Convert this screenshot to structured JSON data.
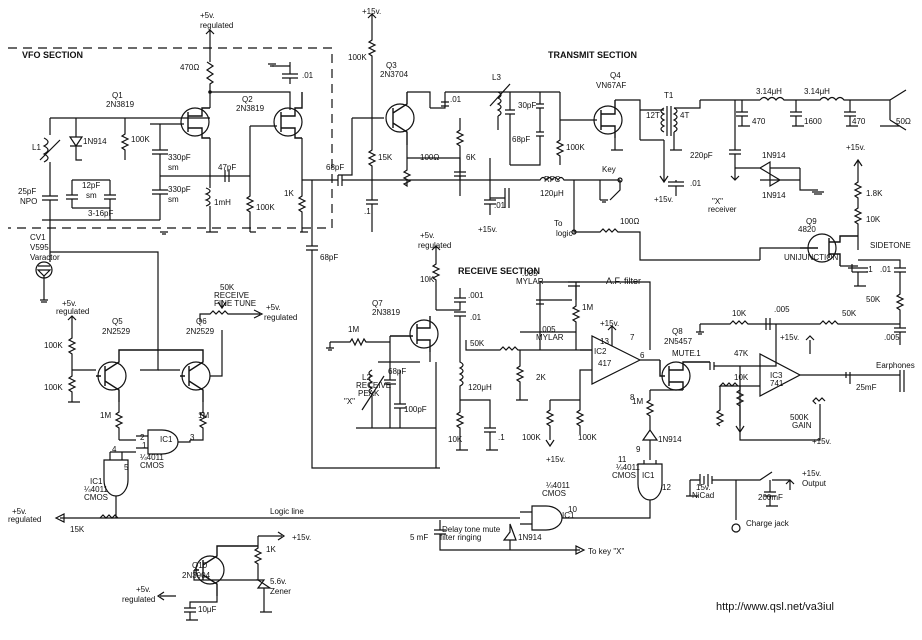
{
  "sections": {
    "vfo": "VFO SECTION",
    "transmit": "TRANSMIT SECTION",
    "receive": "RECEIVE SECTION",
    "af_filter": "A.F. filter"
  },
  "url": "http://www.qsl.net/va3iul",
  "labels": [
    "+5v.",
    "regulated",
    "470Ω",
    ".01",
    "Q1",
    "2N3819",
    "Q2",
    "2N3819",
    "L1",
    "1N914",
    "100K",
    "330pF",
    "sm",
    "47pF",
    "25pF",
    "NPO",
    "12pF",
    "sm",
    "330pF",
    "sm",
    "3-16pF",
    "1mH",
    "100K",
    "1K",
    "+15v.",
    "100K",
    "Q3",
    "2N3704",
    "L3",
    ".01",
    "30pF",
    "68pF",
    "100K",
    "Q4",
    "VN67AF",
    "T1",
    "12T",
    "4T",
    "3.14μH",
    "3.14μH",
    "470",
    "1600",
    "470",
    "50Ω",
    "68pF",
    "15K",
    "100Ω",
    "6K",
    ".1",
    ".01",
    "+15v.",
    "RFC",
    "120μH",
    "Key",
    "To",
    "logic",
    "100Ω",
    "220pF",
    "\"X\"",
    "receiver",
    "1N914",
    "1N914",
    "+15v.",
    ".01",
    "+15v.",
    "1.8K",
    "10K",
    "Q9",
    "4820",
    "UNIJUNCTION",
    "SIDETONE",
    ".1",
    ".01",
    "50K",
    ".005",
    "CV1",
    "V595",
    "Varactor",
    "68pF",
    "+5v.",
    "regulated",
    "10K",
    ".001",
    ".01",
    ".005",
    "MYLAR",
    "1M",
    ".005",
    "MYLAR",
    "+15v.",
    "IC2",
    "417",
    "Q8",
    "2N5457",
    "MUTE",
    "Q7",
    "2N3819",
    "1M",
    "L2",
    "RECEIVE",
    "PEAK",
    "\"X\"",
    "68pF",
    "100pF",
    "120μH",
    "10K",
    ".1",
    "50K",
    "2K",
    "100K",
    "100K",
    "+15v.",
    "1M",
    "1N914",
    "10K",
    ".005",
    "50K",
    ".1",
    "47K",
    "+15v.",
    "10K",
    "IC3",
    "741",
    "Earphones",
    "25mF",
    "500K",
    "GAIN",
    "+15v.",
    "50K",
    "RECEIVE",
    "FINE TUNE",
    "+5v.",
    "regulated",
    "+5v.",
    "regulated",
    "Q5",
    "2N2529",
    "Q6",
    "2N2529",
    "100K",
    "100K",
    "1M",
    "1M",
    "IC1",
    "¼4011",
    "CMOS",
    "IC1",
    "¼4011",
    "CMOS",
    "+5v.",
    "regulated",
    "15K",
    "Logic line",
    "¼4011",
    "CMOS",
    "IC1",
    "¼4011",
    "CMOS",
    "IC1",
    "15v.",
    "NiCad",
    "200mF",
    "+15v.",
    "Output",
    "Charge jack",
    "5 mF",
    "Delay tone mute",
    "filter ringing",
    "1N914",
    "To key \"X\"",
    "Q10",
    "2N3904",
    "1K",
    "+15v.",
    "+5v.",
    "regulated",
    "10μF",
    "5.6v.",
    "Zener",
    "3",
    "2",
    "1",
    "4",
    "5",
    "6",
    "8",
    "9",
    "10",
    "11",
    "12",
    "13",
    "7"
  ]
}
